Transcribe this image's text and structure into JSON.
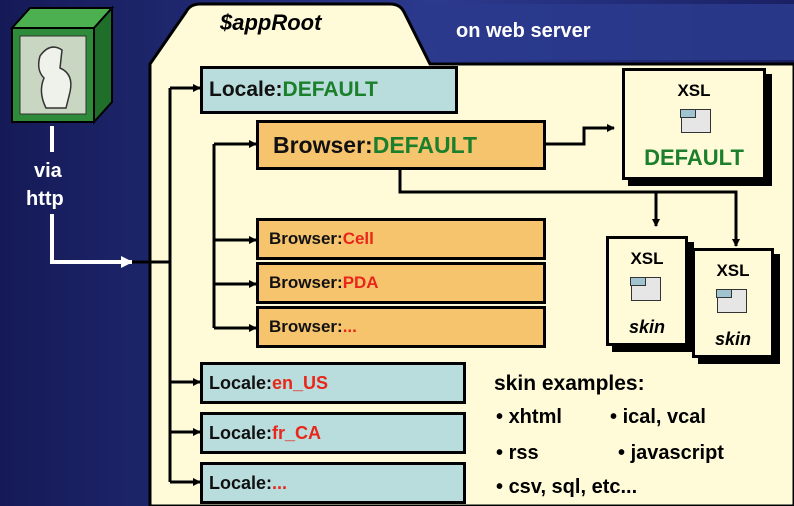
{
  "root": {
    "title": "$appRoot",
    "server": "on web server"
  },
  "client": {
    "via": "via",
    "http": "http"
  },
  "locales": [
    {
      "key": "Locale: ",
      "value": "DEFAULT"
    },
    {
      "key": "Locale: ",
      "value": "en_US"
    },
    {
      "key": "Locale: ",
      "value": "fr_CA"
    },
    {
      "key": "Locale: ",
      "value": "..."
    }
  ],
  "browsers": [
    {
      "key": "Browser: ",
      "value": "DEFAULT"
    },
    {
      "key": "Browser: ",
      "value": "Cell"
    },
    {
      "key": "Browser: ",
      "value": "PDA"
    },
    {
      "key": "Browser: ",
      "value": "..."
    }
  ],
  "xsl": {
    "default": {
      "title": "XSL",
      "label": "DEFAULT"
    },
    "skins": [
      {
        "title": "XSL",
        "label": "skin"
      },
      {
        "title": "XSL",
        "label": "skin"
      }
    ]
  },
  "skin_examples": {
    "heading": "skin examples:",
    "items": [
      "xhtml",
      "ical, vcal",
      "rss",
      "javascript",
      "csv, sql, etc..."
    ]
  },
  "colors": {
    "green_value": "#1b7f2c",
    "red_value": "#e8261a",
    "locale_box": "#b9dcdd",
    "browser_box": "#f7c46e",
    "folder": "#fffbd8"
  }
}
